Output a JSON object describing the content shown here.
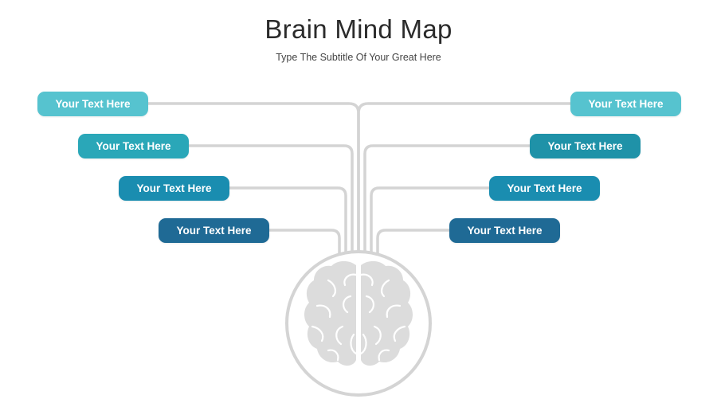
{
  "title": "Brain Mind Map",
  "subtitle": "Type The Subtitle Of Your Great Here",
  "colors": {
    "connector": "#d4d4d4",
    "brain": "#dcdcdc",
    "level1": "#56c3cf",
    "level2": "#2aa7b8",
    "level3": "#1a8db0",
    "level4": "#1f6a95"
  },
  "left_nodes": [
    {
      "label": "Your Text Here"
    },
    {
      "label": "Your Text Here"
    },
    {
      "label": "Your Text Here"
    },
    {
      "label": "Your Text Here"
    }
  ],
  "right_nodes": [
    {
      "label": "Your Text Here"
    },
    {
      "label": "Your Text Here"
    },
    {
      "label": "Your Text Here"
    },
    {
      "label": "Your Text Here"
    }
  ],
  "center_icon": "brain-icon"
}
